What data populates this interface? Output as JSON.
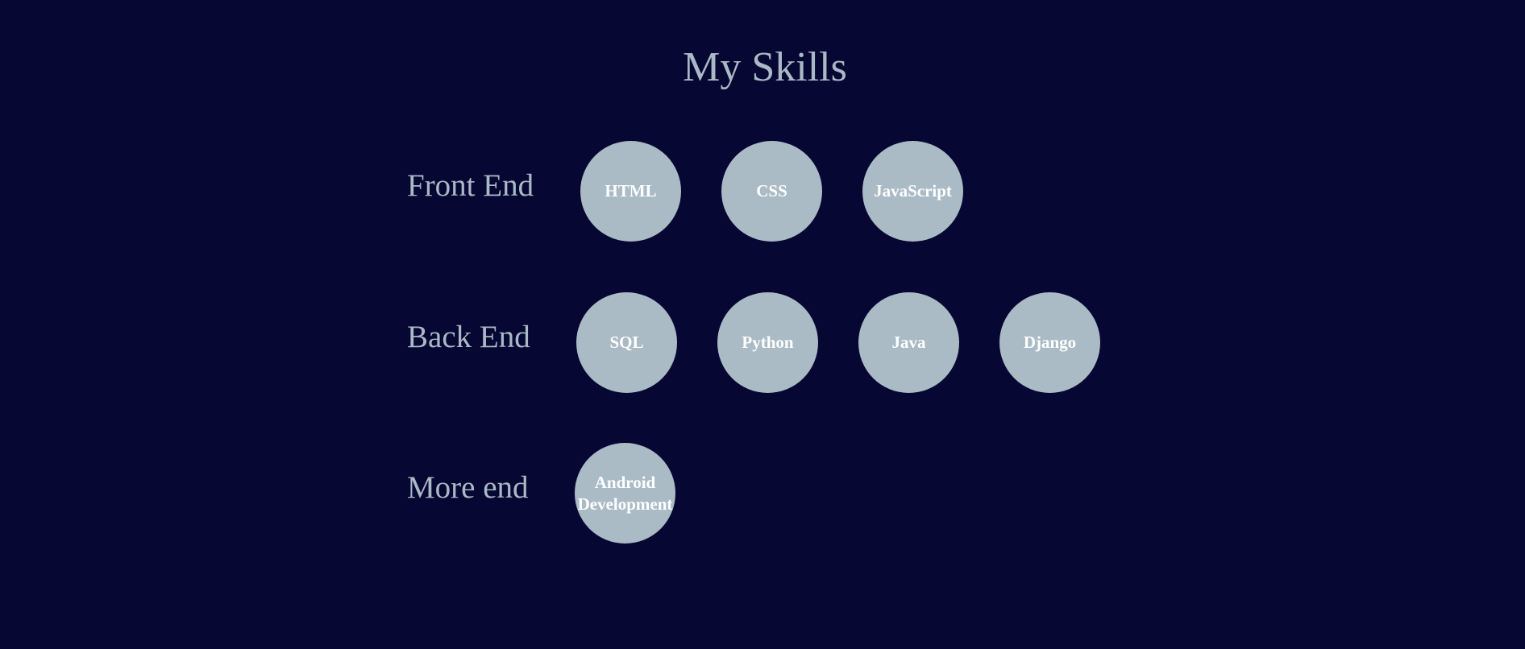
{
  "page": {
    "title": "My Skills"
  },
  "colors": {
    "background": "#070733",
    "heading_text": "#aab9c6",
    "circle_fill": "#aabbc6",
    "circle_text": "#ffffff"
  },
  "rows": [
    {
      "label": "Front End",
      "skills": [
        "HTML",
        "CSS",
        "JavaScript"
      ]
    },
    {
      "label": "Back End",
      "skills": [
        "SQL",
        "Python",
        "Java",
        "Django"
      ]
    },
    {
      "label": "More end",
      "skills": [
        "Android Development"
      ]
    }
  ]
}
